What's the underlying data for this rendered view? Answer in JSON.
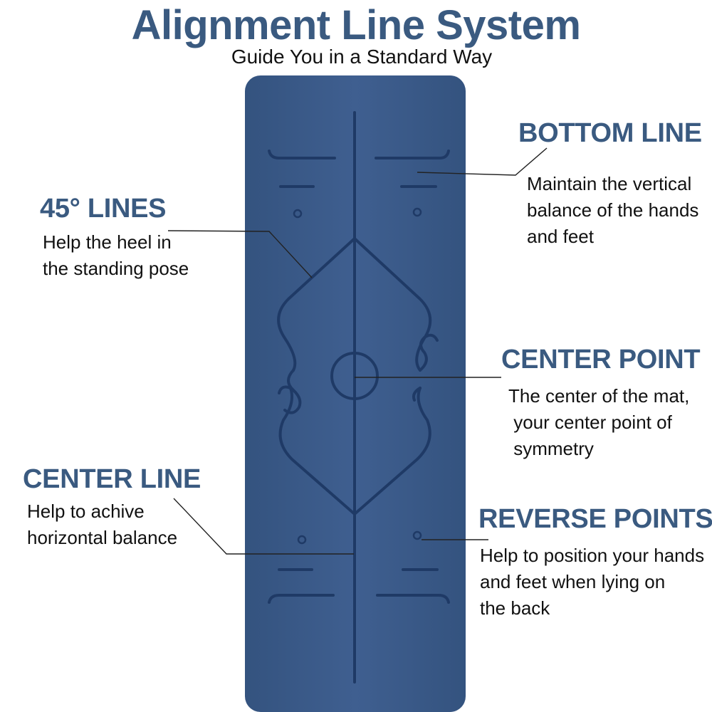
{
  "title": "Alignment Line System",
  "subtitle": "Guide You in a Standard Way",
  "colors": {
    "heading": "#3a5a80",
    "mat": "#3c5c8e",
    "mat_line": "#1f3a66",
    "leader": "#222222"
  },
  "callouts": {
    "bottom_line": {
      "heading": "BOTTOM LINE",
      "lines": [
        "Maintain the vertical",
        "balance of the hands",
        "and feet"
      ]
    },
    "lines_45": {
      "heading": "45° LINES",
      "lines": [
        "Help the heel in",
        "the standing pose"
      ]
    },
    "center_point": {
      "heading": "CENTER POINT",
      "lines": [
        "The center of the mat,",
        " your center point of",
        " symmetry"
      ]
    },
    "center_line": {
      "heading": "CENTER LINE",
      "lines": [
        "Help to achive",
        "horizontal balance"
      ]
    },
    "reverse_points": {
      "heading": "REVERSE POINTS",
      "lines": [
        "Help to position your hands",
        "and feet when lying on",
        "the back"
      ]
    }
  }
}
